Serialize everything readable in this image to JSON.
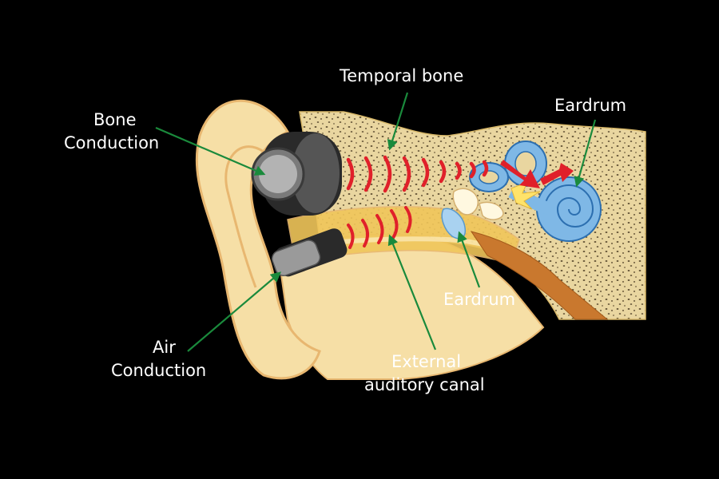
{
  "labels": {
    "temporal_bone": "Temporal bone",
    "bone_conduction": [
      "Bone",
      "Conduction"
    ],
    "eardrum_upper": "Eardrum",
    "eardrum_lower": "Eardrum",
    "air_conduction": [
      "Air",
      "Conduction"
    ],
    "external_canal": [
      "External",
      "auditory canal"
    ]
  },
  "colors": {
    "background": "#000000",
    "label_text": "#ffffff",
    "pointer_arrow": "#1a8a3c",
    "sound_wave": "#e0202a",
    "skin": "#f6dfa6",
    "skin_outline": "#e8b770",
    "bone": "#e9d6a0",
    "bone_speckle": "#4a3a22",
    "canal_inner": "#f0c65a",
    "cochlea": "#7fb8e6",
    "inner_ear_outline": "#2c6fb0",
    "nerve": "#c9782e",
    "device_dark": "#2a2a2a",
    "device_gray": "#9a9a9a"
  }
}
